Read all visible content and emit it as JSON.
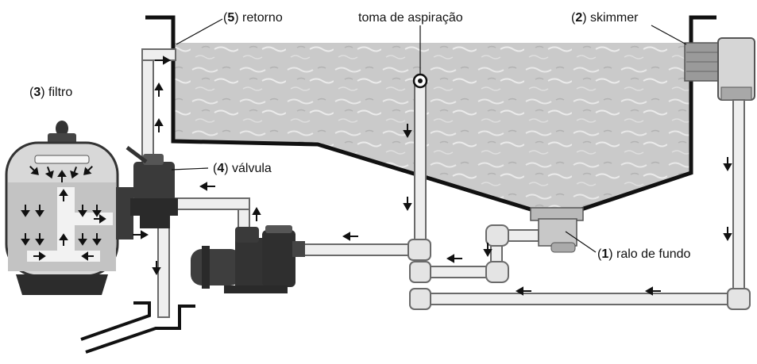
{
  "labels": {
    "retorno": {
      "num": "5",
      "text": "retorno"
    },
    "toma": {
      "text": "toma de aspiração"
    },
    "skimmer": {
      "num": "2",
      "text": "skimmer"
    },
    "filtro": {
      "num": "3",
      "text": "filtro"
    },
    "valvula": {
      "num": "4",
      "text": "válvula"
    },
    "ralo": {
      "num": "1",
      "text": "ralo de fundo"
    }
  },
  "colors": {
    "water": "#c9c9c9",
    "wall": "#111111",
    "pipe_fill": "#eeeeee",
    "pipe_edge": "#6a6a6a",
    "equipment": "#3c3c3c",
    "arrow": "#111111"
  },
  "icons": [
    "arrow-left-icon",
    "arrow-up-icon",
    "arrow-down-icon",
    "arrow-right-icon"
  ]
}
